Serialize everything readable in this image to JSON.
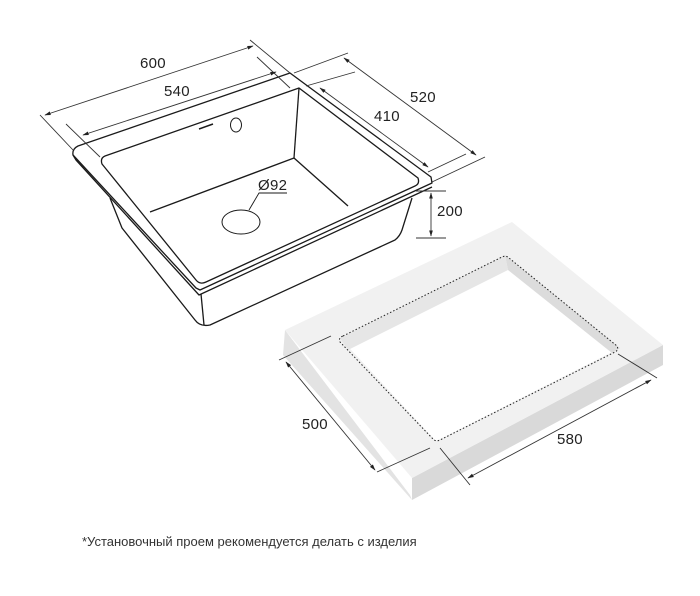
{
  "diagram": {
    "subject": "Kitchen sink installation dimensions",
    "sink": {
      "dimensions": {
        "outer_width": "600",
        "inner_width": "540",
        "outer_depth": "520",
        "inner_depth": "410",
        "bowl_height": "200",
        "drain_diameter": "Ø92"
      }
    },
    "countertop_cutout": {
      "dimensions": {
        "cutout_depth": "500",
        "cutout_width": "580"
      }
    },
    "footnote": "*Установочный проем рекомендуется делать с изделия",
    "colors": {
      "line": "#1a1a1a",
      "dim_line": "#444444",
      "countertop_top": "#f2f2f2",
      "countertop_side_left": "#e4e4e4",
      "countertop_side_front": "#dcdcdc",
      "cutout_wall": "#e0e0e0",
      "background": "#ffffff"
    }
  }
}
